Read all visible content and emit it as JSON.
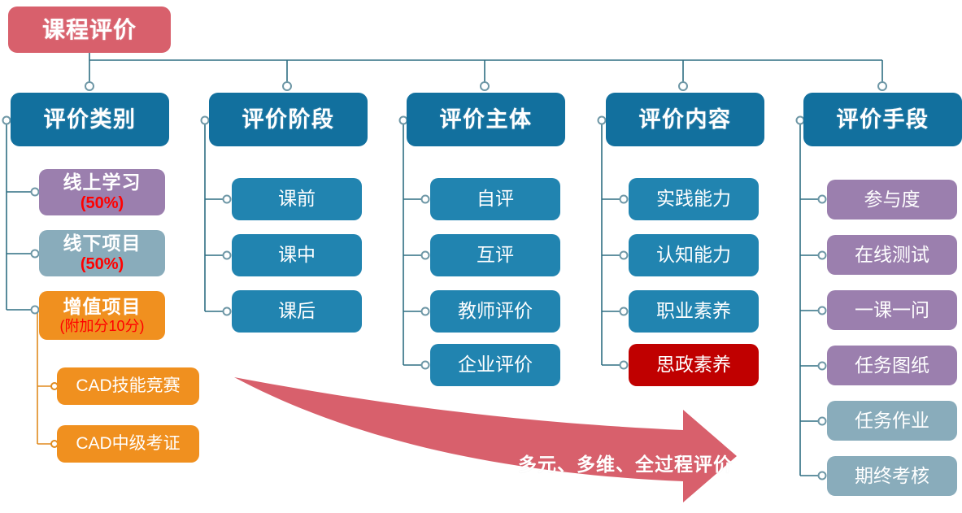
{
  "title": "课程评价",
  "root": {
    "label": "课程评价",
    "color": "#D8606C"
  },
  "palette": {
    "header_blue": "#12709E",
    "child_blue": "#2184B0",
    "purple": "#9B7FAE",
    "gray_blue": "#89ACBB",
    "orange": "#F0901F",
    "red": "#C00000",
    "root_red": "#D8606C",
    "connector": "#2E6E82",
    "connector_orange": "#E08A1E",
    "arrow": "#D8606C"
  },
  "columns": [
    {
      "header": "评价类别",
      "items": [
        {
          "label": "线上学习",
          "note": "(50%)",
          "style": "purple",
          "bold": true
        },
        {
          "label": "线下项目",
          "note": "(50%)",
          "style": "gray",
          "bold": true
        },
        {
          "label": "增值项目",
          "note": "(附加分10分)",
          "style": "orange",
          "bold": true
        }
      ],
      "subitems": [
        {
          "label": "CAD技能竞赛",
          "style": "orange"
        },
        {
          "label": "CAD中级考证",
          "style": "orange"
        }
      ]
    },
    {
      "header": "评价阶段",
      "items": [
        {
          "label": "课前",
          "style": "blue"
        },
        {
          "label": "课中",
          "style": "blue"
        },
        {
          "label": "课后",
          "style": "blue"
        }
      ],
      "subitems": []
    },
    {
      "header": "评价主体",
      "items": [
        {
          "label": "自评",
          "style": "blue"
        },
        {
          "label": "互评",
          "style": "blue"
        },
        {
          "label": "教师评价",
          "style": "blue"
        },
        {
          "label": "企业评价",
          "style": "blue"
        }
      ],
      "subitems": []
    },
    {
      "header": "评价内容",
      "items": [
        {
          "label": "实践能力",
          "style": "blue"
        },
        {
          "label": "认知能力",
          "style": "blue"
        },
        {
          "label": "职业素养",
          "style": "blue"
        },
        {
          "label": "思政素养",
          "style": "red"
        }
      ],
      "subitems": []
    },
    {
      "header": "评价手段",
      "items": [
        {
          "label": "参与度",
          "style": "purple"
        },
        {
          "label": "在线测试",
          "style": "purple"
        },
        {
          "label": "一课一问",
          "style": "purple"
        },
        {
          "label": "任务图纸",
          "style": "purple"
        },
        {
          "label": "任务作业",
          "style": "gray"
        },
        {
          "label": "期终考核",
          "style": "gray"
        }
      ],
      "subitems": []
    }
  ],
  "arrow": {
    "label": "多元、多维、全过程评价"
  }
}
